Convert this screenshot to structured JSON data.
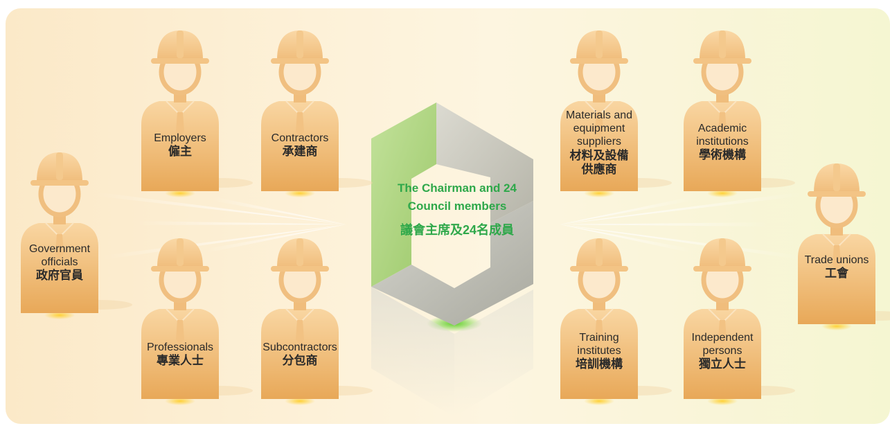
{
  "center": {
    "title_en_line1": "The Chairman and 24",
    "title_en_line2": "Council members",
    "title_zh": "議會主席及24名成員"
  },
  "members": [
    {
      "id": "government-officials",
      "en": [
        "Government",
        "officials"
      ],
      "zh": [
        "政府官員"
      ]
    },
    {
      "id": "employers",
      "en": [
        "Employers"
      ],
      "zh": [
        "僱主"
      ]
    },
    {
      "id": "contractors",
      "en": [
        "Contractors"
      ],
      "zh": [
        "承建商"
      ]
    },
    {
      "id": "professionals",
      "en": [
        "Professionals"
      ],
      "zh": [
        "專業人士"
      ]
    },
    {
      "id": "subcontractors",
      "en": [
        "Subcontractors"
      ],
      "zh": [
        "分包商"
      ]
    },
    {
      "id": "materials-suppliers",
      "en": [
        "Materials and",
        "equipment",
        "suppliers"
      ],
      "zh": [
        "材料及設備",
        "供應商"
      ]
    },
    {
      "id": "academic-institutions",
      "en": [
        "Academic",
        "institutions"
      ],
      "zh": [
        "學術機構"
      ]
    },
    {
      "id": "training-institutes",
      "en": [
        "Training",
        "institutes"
      ],
      "zh": [
        "培訓機構"
      ]
    },
    {
      "id": "independent-persons",
      "en": [
        "Independent",
        "persons"
      ],
      "zh": [
        "獨立人士"
      ]
    },
    {
      "id": "trade-unions",
      "en": [
        "Trade unions"
      ],
      "zh": [
        "工會"
      ]
    }
  ],
  "colors": {
    "figure_top": "#f8cf97",
    "figure_bottom": "#e9a95a",
    "logo_green": "#a9d27a",
    "logo_grey": "#b5b5ab",
    "center_text": "#2ea84a"
  }
}
